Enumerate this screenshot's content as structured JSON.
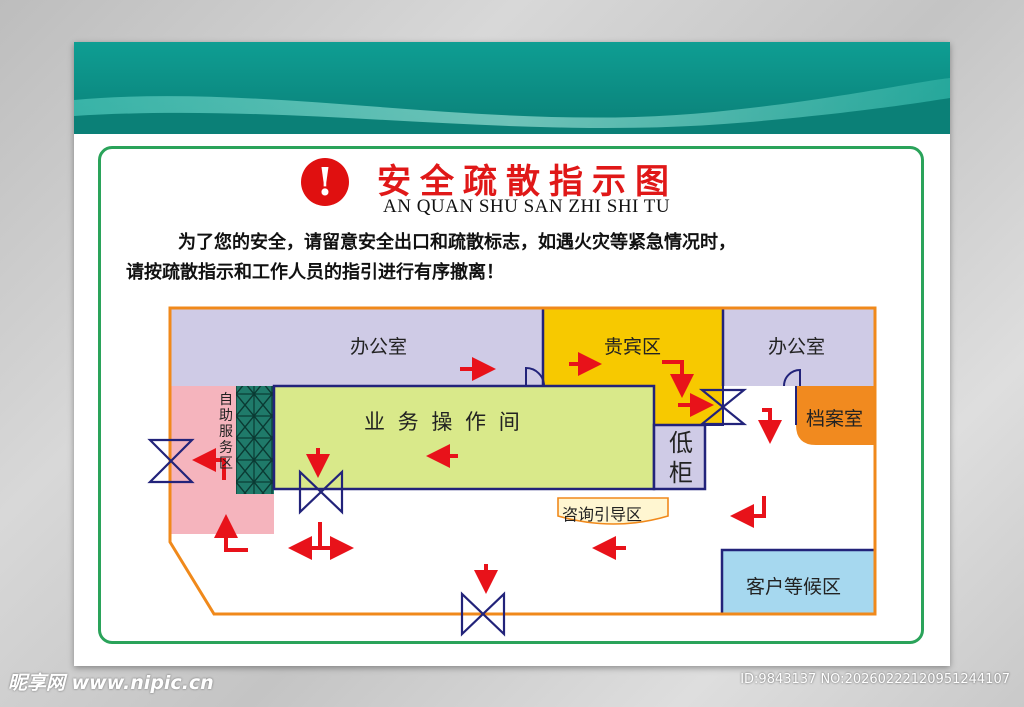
{
  "title": {
    "cn": "安全疏散指示图",
    "en": "AN QUAN SHU SAN ZHI SHI TU",
    "alert_symbol": "!"
  },
  "notice": {
    "line1": "为了您的安全，请留意安全出口和疏散标志，如遇火灾等紧急情况时，",
    "line2": "请按疏散指示和工作人员的指引进行有序撤离！"
  },
  "rooms": {
    "office_left": "办公室",
    "vip_area": "贵宾区",
    "office_right": "办公室",
    "archive_room": "档案室",
    "self_service": [
      "自",
      "助",
      "服",
      "务",
      "区"
    ],
    "operation_room": "业 务 操 作 间",
    "low_counter": [
      "低",
      "柜"
    ],
    "consult_area": "咨询引导区",
    "waiting_area": "客户等候区"
  },
  "colors": {
    "teal": "#0f9a8f",
    "title_red": "#e01818",
    "arrow_red": "#e8121a",
    "outline_orange": "#f0891b",
    "door_navy": "#22237a",
    "office_lavender": "#cfcbe6",
    "vip_yellow": "#f7c900",
    "archive_orange": "#f18a1f",
    "self_service_pink": "#f5b4bd",
    "operation_green": "#d9e98a",
    "waiting_blue": "#a6d8ef",
    "frame_green": "#2aa35a"
  },
  "icons": [
    "exclamation-icon",
    "evacuation-arrow-icon",
    "exit-door-icon"
  ],
  "footer": {
    "site": "昵享网 www.nipic.cn",
    "id": "ID:9843137 NO:20260222120951244107"
  }
}
